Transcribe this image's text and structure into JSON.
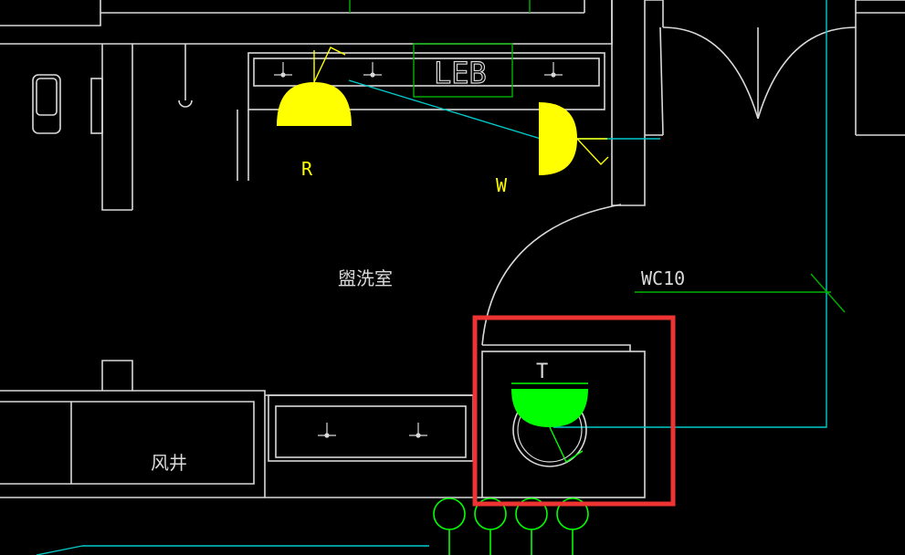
{
  "labels": {
    "leb": "LEB",
    "r": "R",
    "w": "W",
    "t": "T",
    "room": "盥洗室",
    "wc": "WC10",
    "shaft": "风井"
  },
  "colors": {
    "background": "#000000",
    "walls": "#d9d9d9",
    "yellow": "#ffff00",
    "green": "#00ff00",
    "cyan": "#00cccc",
    "highlight": "#ee3333",
    "darkgreen": "#00b300"
  }
}
